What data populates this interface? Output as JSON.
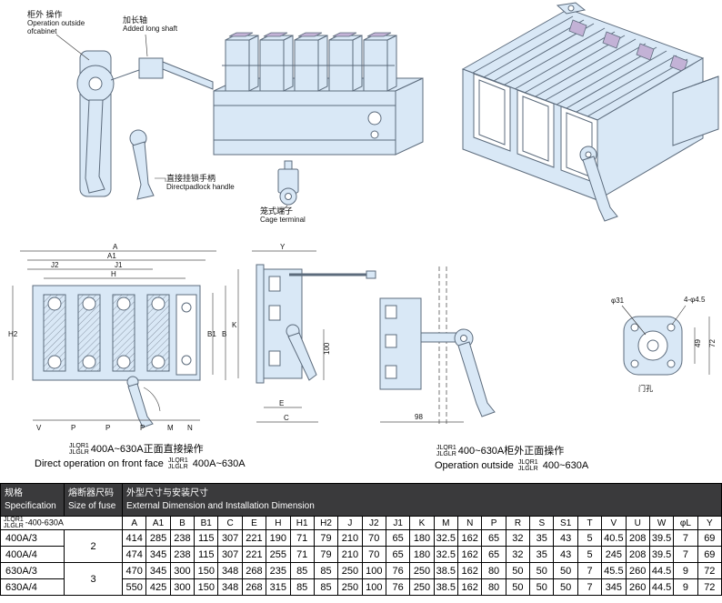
{
  "colors": {
    "fill": "#d9e8f6",
    "line": "#5c6b7c",
    "pad": "#c3b2d6",
    "header_bg": "#3a3a3c",
    "header_fg": "#ffffff"
  },
  "labels": {
    "outside_cn": "柜外 操作",
    "outside_en1": "Operation outside",
    "outside_en2": "ofcabinet",
    "shaft_cn": "加长轴",
    "shaft_en": "Added long shaft",
    "padlock_cn": "直接挂锁手柄",
    "padlock_en": "Directpadlock handle",
    "cage_cn": "笼式端子",
    "cage_en": "Cage terminal"
  },
  "captions": {
    "left": {
      "model1": "JLQR1",
      "model2": "JLGLR",
      "cn": "400A~630A正面直接操作",
      "en_pre": "Direct operation on front face",
      "en_range": "400A~630A"
    },
    "right": {
      "model1": "JLQR1",
      "model2": "JLGLR",
      "cn": "400~630A柜外正面操作",
      "en_pre": "Operation outside",
      "en_range": "400~630A"
    }
  },
  "dims": {
    "A": "A",
    "A1": "A1",
    "J2": "J2",
    "J1": "J1",
    "H": "H",
    "H2": "H2",
    "B": "B",
    "B1": "B1",
    "V": "V",
    "P": "P",
    "M": "M",
    "N": "N",
    "Y": "Y",
    "K": "K",
    "E": "E",
    "C": "C",
    "n100": "100",
    "n98": "98",
    "phi31": "φ31",
    "holes": "4-φ4.5",
    "n49": "49",
    "n72": "72",
    "door": "门孔"
  },
  "table": {
    "spec_cn": "规格",
    "spec_en": "Specification",
    "fuse_cn": "熔断器尺码",
    "fuse_en": "Size of fuse",
    "dim_cn": "外型尺寸与安装尺寸",
    "dim_en": "External Dimension and Installation Dimension",
    "series_model1": "JLQR1",
    "series_model2": "JLGLR",
    "series_range": "-400-630A",
    "columns": [
      "A",
      "A1",
      "B",
      "B1",
      "C",
      "E",
      "H",
      "H1",
      "H2",
      "J",
      "J2",
      "J1",
      "K",
      "M",
      "N",
      "P",
      "R",
      "S",
      "S1",
      "T",
      "V",
      "U",
      "W",
      "φL",
      "Y"
    ],
    "rows": [
      {
        "spec": "400A/3",
        "fuse": "2",
        "values": [
          414,
          285,
          238,
          115,
          307,
          221,
          190,
          71,
          79,
          210,
          70,
          65,
          180,
          32.5,
          162,
          65,
          32,
          35,
          43,
          5,
          40.5,
          208,
          39.5,
          7,
          69
        ]
      },
      {
        "spec": "400A/4",
        "values": [
          474,
          345,
          238,
          115,
          307,
          221,
          255,
          71,
          79,
          210,
          70,
          65,
          180,
          32.5,
          162,
          65,
          32,
          35,
          43,
          5,
          245,
          208,
          39.5,
          7,
          69
        ]
      },
      {
        "spec": "630A/3",
        "fuse": "3",
        "values": [
          470,
          345,
          300,
          150,
          348,
          268,
          235,
          85,
          85,
          250,
          100,
          76,
          250,
          38.5,
          162,
          80,
          50,
          50,
          50,
          7,
          45.5,
          260,
          44.5,
          9,
          72
        ]
      },
      {
        "spec": "630A/4",
        "values": [
          550,
          425,
          300,
          150,
          348,
          268,
          315,
          85,
          85,
          250,
          100,
          76,
          250,
          38.5,
          162,
          80,
          50,
          50,
          50,
          7,
          345,
          260,
          44.5,
          9,
          72
        ]
      }
    ]
  }
}
